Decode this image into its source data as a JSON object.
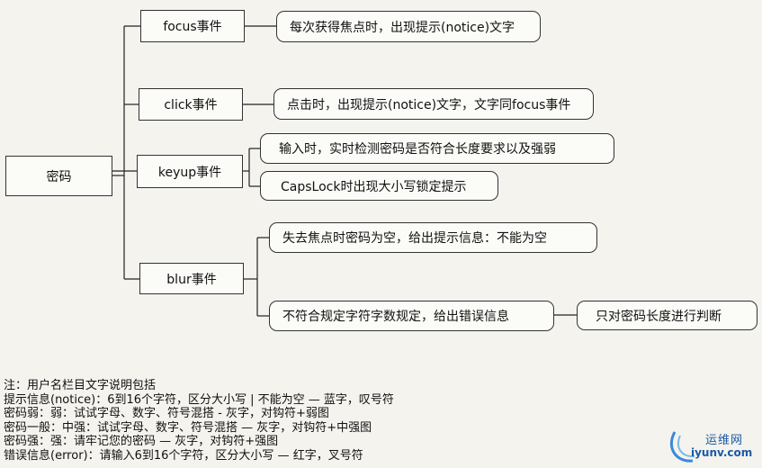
{
  "diagram": {
    "root": "密码",
    "events": {
      "focus": "focus事件",
      "click": "click事件",
      "keyup": "keyup事件",
      "blur": "blur事件"
    },
    "details": {
      "focus_desc": "每次获得焦点时，出现提示(notice)文字",
      "click_desc": "点击时，出现提示(notice)文字，文字同focus事件",
      "keyup_desc_1": "输入时，实时检测密码是否符合长度要求以及强弱",
      "keyup_desc_2": "CapsLock时出现大小写锁定提示",
      "blur_desc_1": "失去焦点时密码为空，给出提示信息：不能为空",
      "blur_desc_2": "不符合规定字符字数规定，给出错误信息",
      "blur_desc_3": "只对密码长度进行判断"
    }
  },
  "notes": [
    "注：用户名栏目文字说明包括",
    "提示信息(notice)：6到16个字符，区分大小写 | 不能为空 — 蓝字，叹号符",
    "密码弱：弱：试试字母、数字、符号混搭 - 灰字，对钩符+弱图",
    "密码一般：中强：试试字母、数字、符号混搭 — 灰字，对钩符+中强图",
    "密码强：强：请牢记您的密码 — 灰字，对钩符+强图",
    "错误信息(error)：请输入6到16个字符，区分大小写 — 红字，叉号符"
  ],
  "watermark": {
    "cn": "运维网",
    "en": "iyunv.com"
  }
}
